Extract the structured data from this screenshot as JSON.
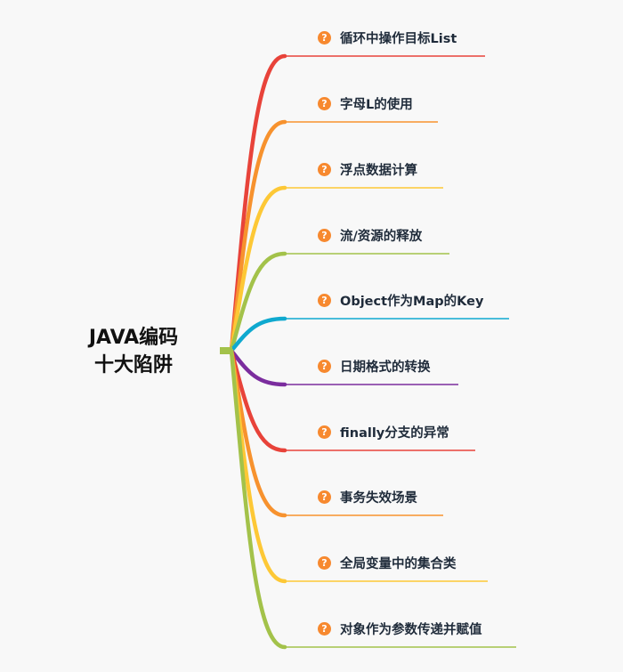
{
  "root": {
    "line1": "JAVA编码",
    "line2": "十大陷阱",
    "color": "#a3c24a"
  },
  "branches": [
    {
      "label": "循环中操作目标List",
      "color": "#e8433a"
    },
    {
      "label": "字母L的使用",
      "color": "#f7922e"
    },
    {
      "label": "浮点数据计算",
      "color": "#fdc836"
    },
    {
      "label": "流/资源的释放",
      "color": "#a3c24a"
    },
    {
      "label": "Object作为Map的Key",
      "color": "#0fa9cf"
    },
    {
      "label": "日期格式的转换",
      "color": "#7b2d9e"
    },
    {
      "label": "finally分支的异常",
      "color": "#e8433a"
    },
    {
      "label": "事务失效场景",
      "color": "#f7922e"
    },
    {
      "label": "全局变量中的集合类",
      "color": "#fdc836"
    },
    {
      "label": "对象作为参数传递并赋值",
      "color": "#a3c24a"
    }
  ],
  "icon": {
    "name": "question-icon",
    "glyph": "?"
  }
}
